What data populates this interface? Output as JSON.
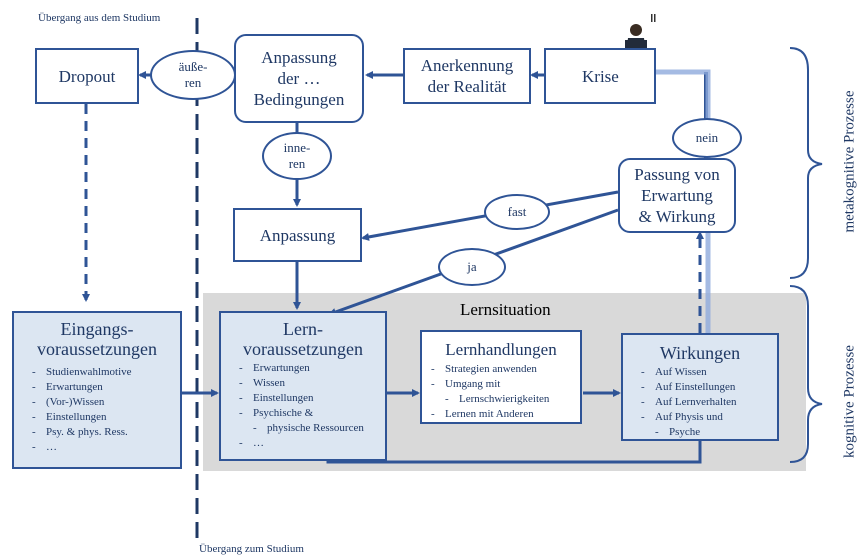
{
  "labels": {
    "top_transition": "Übergang aus dem Studium",
    "bottom_transition": "Übergang zum Studium",
    "metacognitive": "metakognitive Prozesse",
    "cognitive": "kognitive Prozesse",
    "learning_situation": "Lernsituation"
  },
  "boxes": {
    "dropout": "Dropout",
    "adaptation_conditions": [
      "Anpassung",
      "der …",
      "Bedingungen"
    ],
    "acceptance": [
      "Anerkennung",
      "der Realität"
    ],
    "crisis": "Krise",
    "adaptation": "Anpassung",
    "fit": [
      "Passung von",
      "Erwartung",
      "& Wirkung"
    ]
  },
  "ovals": {
    "outer": [
      "äuße-",
      "ren"
    ],
    "inner": [
      "inne-",
      "ren"
    ],
    "fast": "fast",
    "yes": "ja",
    "no": "nein"
  },
  "entry": {
    "title": [
      "Eingangs-",
      "voraussetzungen"
    ],
    "items": [
      "Studienwahlmotive",
      "Erwartungen",
      "(Vor-)Wissen",
      "Einstellungen",
      "Psy. & phys. Ress.",
      "…"
    ]
  },
  "learning_prereq": {
    "title": [
      "Lern-",
      "voraussetzungen"
    ],
    "items": [
      "Erwartungen",
      "Wissen",
      "Einstellungen",
      "Psychische &",
      "physische Ressourcen",
      "…"
    ]
  },
  "learning_actions": {
    "title": "Lernhandlungen",
    "items": [
      "Strategien anwenden",
      "Umgang mit",
      "Lernschwierigkeiten",
      "Lernen mit Anderen"
    ]
  },
  "effects": {
    "title": "Wirkungen",
    "items": [
      "Auf Wissen",
      "Auf Einstellungen",
      "Auf Lernverhalten",
      "Auf Physis und",
      "Psyche"
    ]
  }
}
